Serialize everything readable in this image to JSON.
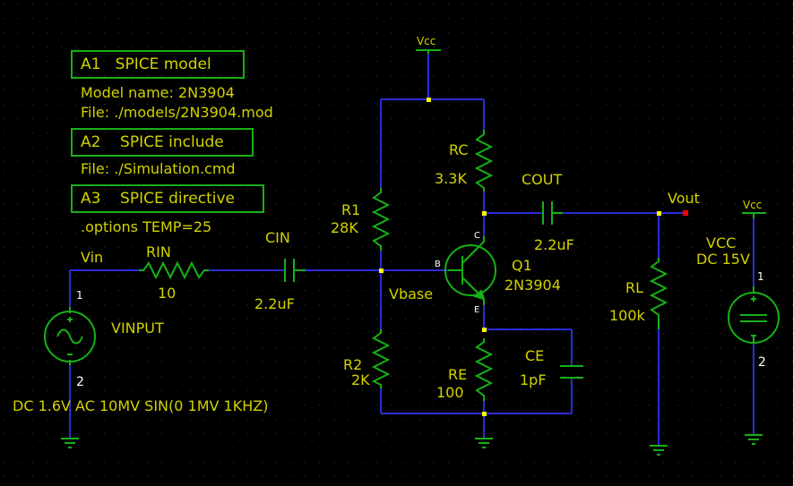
{
  "colors": {
    "background": "#000000",
    "wire": "#2b2bd6",
    "component": "#16b116",
    "text": "#d2d200",
    "pin_label": "#ffffff",
    "junction": "#ffff00",
    "probe": "#ff0000",
    "grid_dot": "#4a4a4a"
  },
  "blocks": [
    {
      "label": "A1   SPICE model"
    },
    {
      "label": "A2    SPICE include"
    },
    {
      "label": "A3    SPICE directive"
    }
  ],
  "model": {
    "name_line": "Model name: 2N3904",
    "file_line": "File: ./models/2N3904.mod"
  },
  "include": {
    "file_line": "File: ./Simulation.cmd"
  },
  "directive": {
    "text": ".options TEMP=25"
  },
  "nets": {
    "vcc_top": "Vcc",
    "vcc_right": "Vcc",
    "vin": "Vin",
    "vbase": "Vbase",
    "vout": "Vout"
  },
  "components": {
    "rin": {
      "name": "RIN",
      "value": "10"
    },
    "cin": {
      "name": "CIN",
      "value": "2.2uF"
    },
    "r1": {
      "name": "R1",
      "value": "28K"
    },
    "r2": {
      "name": "R2",
      "value": "2K"
    },
    "rc": {
      "name": "RC",
      "value": "3.3K"
    },
    "re": {
      "name": "RE",
      "value": "100"
    },
    "ce": {
      "name": "CE",
      "value": "1pF"
    },
    "cout": {
      "name": "COUT",
      "value": "2.2uF"
    },
    "rl": {
      "name": "RL",
      "value": "100k"
    },
    "q1": {
      "name": "Q1",
      "model": "2N3904",
      "pin_b": "B",
      "pin_c": "C",
      "pin_e": "E"
    },
    "vinput": {
      "name": "VINPUT",
      "spec": "DC 1.6V AC 10MV SIN(0 1MV 1KHZ)",
      "pin1": "1",
      "pin2": "2"
    },
    "vcc": {
      "name": "VCC",
      "value": "DC 15V",
      "pin1": "1",
      "pin2": "2"
    }
  }
}
